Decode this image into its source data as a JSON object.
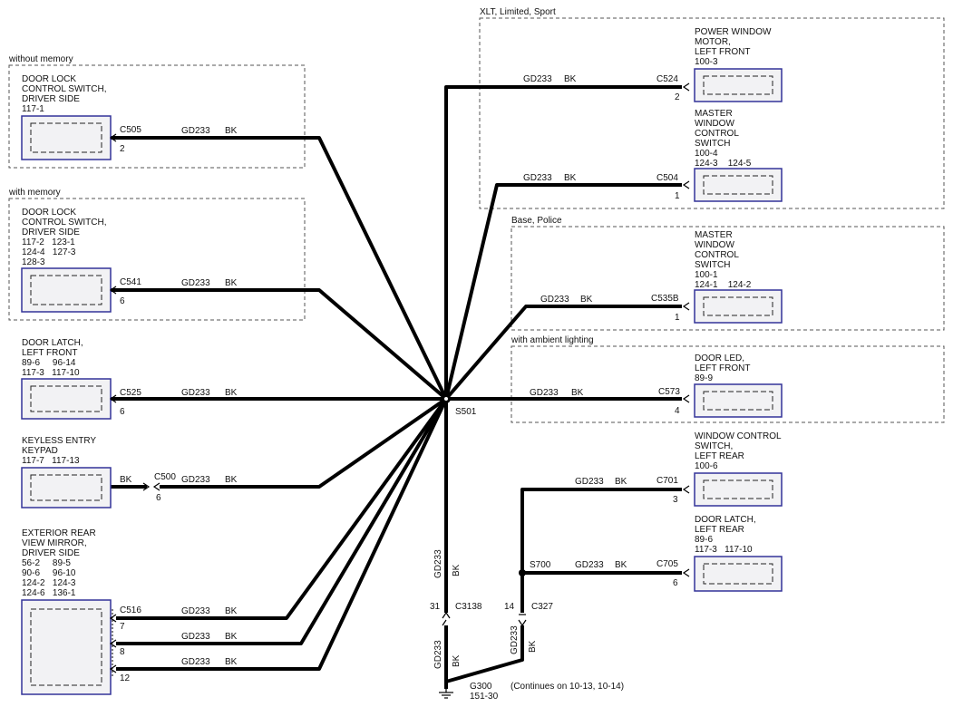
{
  "regions": {
    "without_memory": "without memory",
    "with_memory": "with memory",
    "xlt": "XLT, Limited, Sport",
    "base_police": "Base, Police",
    "ambient": "with ambient lighting"
  },
  "wire": {
    "circuit": "GD233",
    "color": "BK"
  },
  "splices": {
    "main": "S501",
    "lower": "S700"
  },
  "components": {
    "door_lock_no_mem": {
      "lines": [
        "DOOR LOCK",
        "CONTROL SWITCH,",
        "DRIVER SIDE",
        "117-1"
      ],
      "connector": "C505",
      "pin": "2"
    },
    "door_lock_mem": {
      "lines": [
        "DOOR LOCK",
        "CONTROL SWITCH,",
        "DRIVER SIDE",
        "117-2   123-1",
        "124-4   127-3",
        "128-3"
      ],
      "connector": "C541",
      "pin": "6"
    },
    "door_latch_lf": {
      "lines": [
        "DOOR LATCH,",
        "LEFT FRONT",
        "89-6     96-14",
        "117-3   117-10"
      ],
      "connector": "C525",
      "pin": "6"
    },
    "keyless": {
      "lines": [
        "KEYLESS ENTRY",
        "KEYPAD",
        "117-7   117-13"
      ],
      "wire_color": "BK",
      "connector": "C500",
      "pin": "6"
    },
    "mirror": {
      "lines": [
        "EXTERIOR REAR",
        "VIEW MIRROR,",
        "DRIVER SIDE",
        "56-2     89-5",
        "90-6     96-10",
        "124-2   124-3",
        "124-6   136-1"
      ],
      "connector": "C516",
      "pins": [
        "7",
        "8",
        "12"
      ]
    },
    "power_window": {
      "lines": [
        "POWER WINDOW",
        "MOTOR,",
        "LEFT FRONT",
        "100-3"
      ],
      "connector": "C524",
      "pin": "2"
    },
    "master_xlt": {
      "lines": [
        "MASTER",
        "WINDOW",
        "CONTROL",
        "SWITCH",
        "100-4",
        "124-3    124-5"
      ],
      "connector": "C504",
      "pin": "1"
    },
    "master_base": {
      "lines": [
        "MASTER",
        "WINDOW",
        "CONTROL",
        "SWITCH",
        "100-1",
        "124-1    124-2"
      ],
      "connector": "C535B",
      "pin": "1"
    },
    "door_led": {
      "lines": [
        "DOOR LED,",
        "LEFT FRONT",
        "89-9"
      ],
      "connector": "C573",
      "pin": "4"
    },
    "window_lr": {
      "lines": [
        "WINDOW CONTROL",
        "SWITCH,",
        "LEFT REAR",
        "100-6"
      ],
      "connector": "C701",
      "pin": "3"
    },
    "door_latch_lr": {
      "lines": [
        "DOOR LATCH,",
        "LEFT REAR",
        "89-6",
        "117-3   117-10"
      ],
      "connector": "C705",
      "pin": "6"
    }
  },
  "inline_connectors": {
    "c3138": {
      "name": "C3138",
      "pin": "31"
    },
    "c327": {
      "name": "C327",
      "pin": "14"
    }
  },
  "ground": {
    "name": "G300",
    "ref": "151-30",
    "note": "(Continues on 10-13, 10-14)"
  }
}
